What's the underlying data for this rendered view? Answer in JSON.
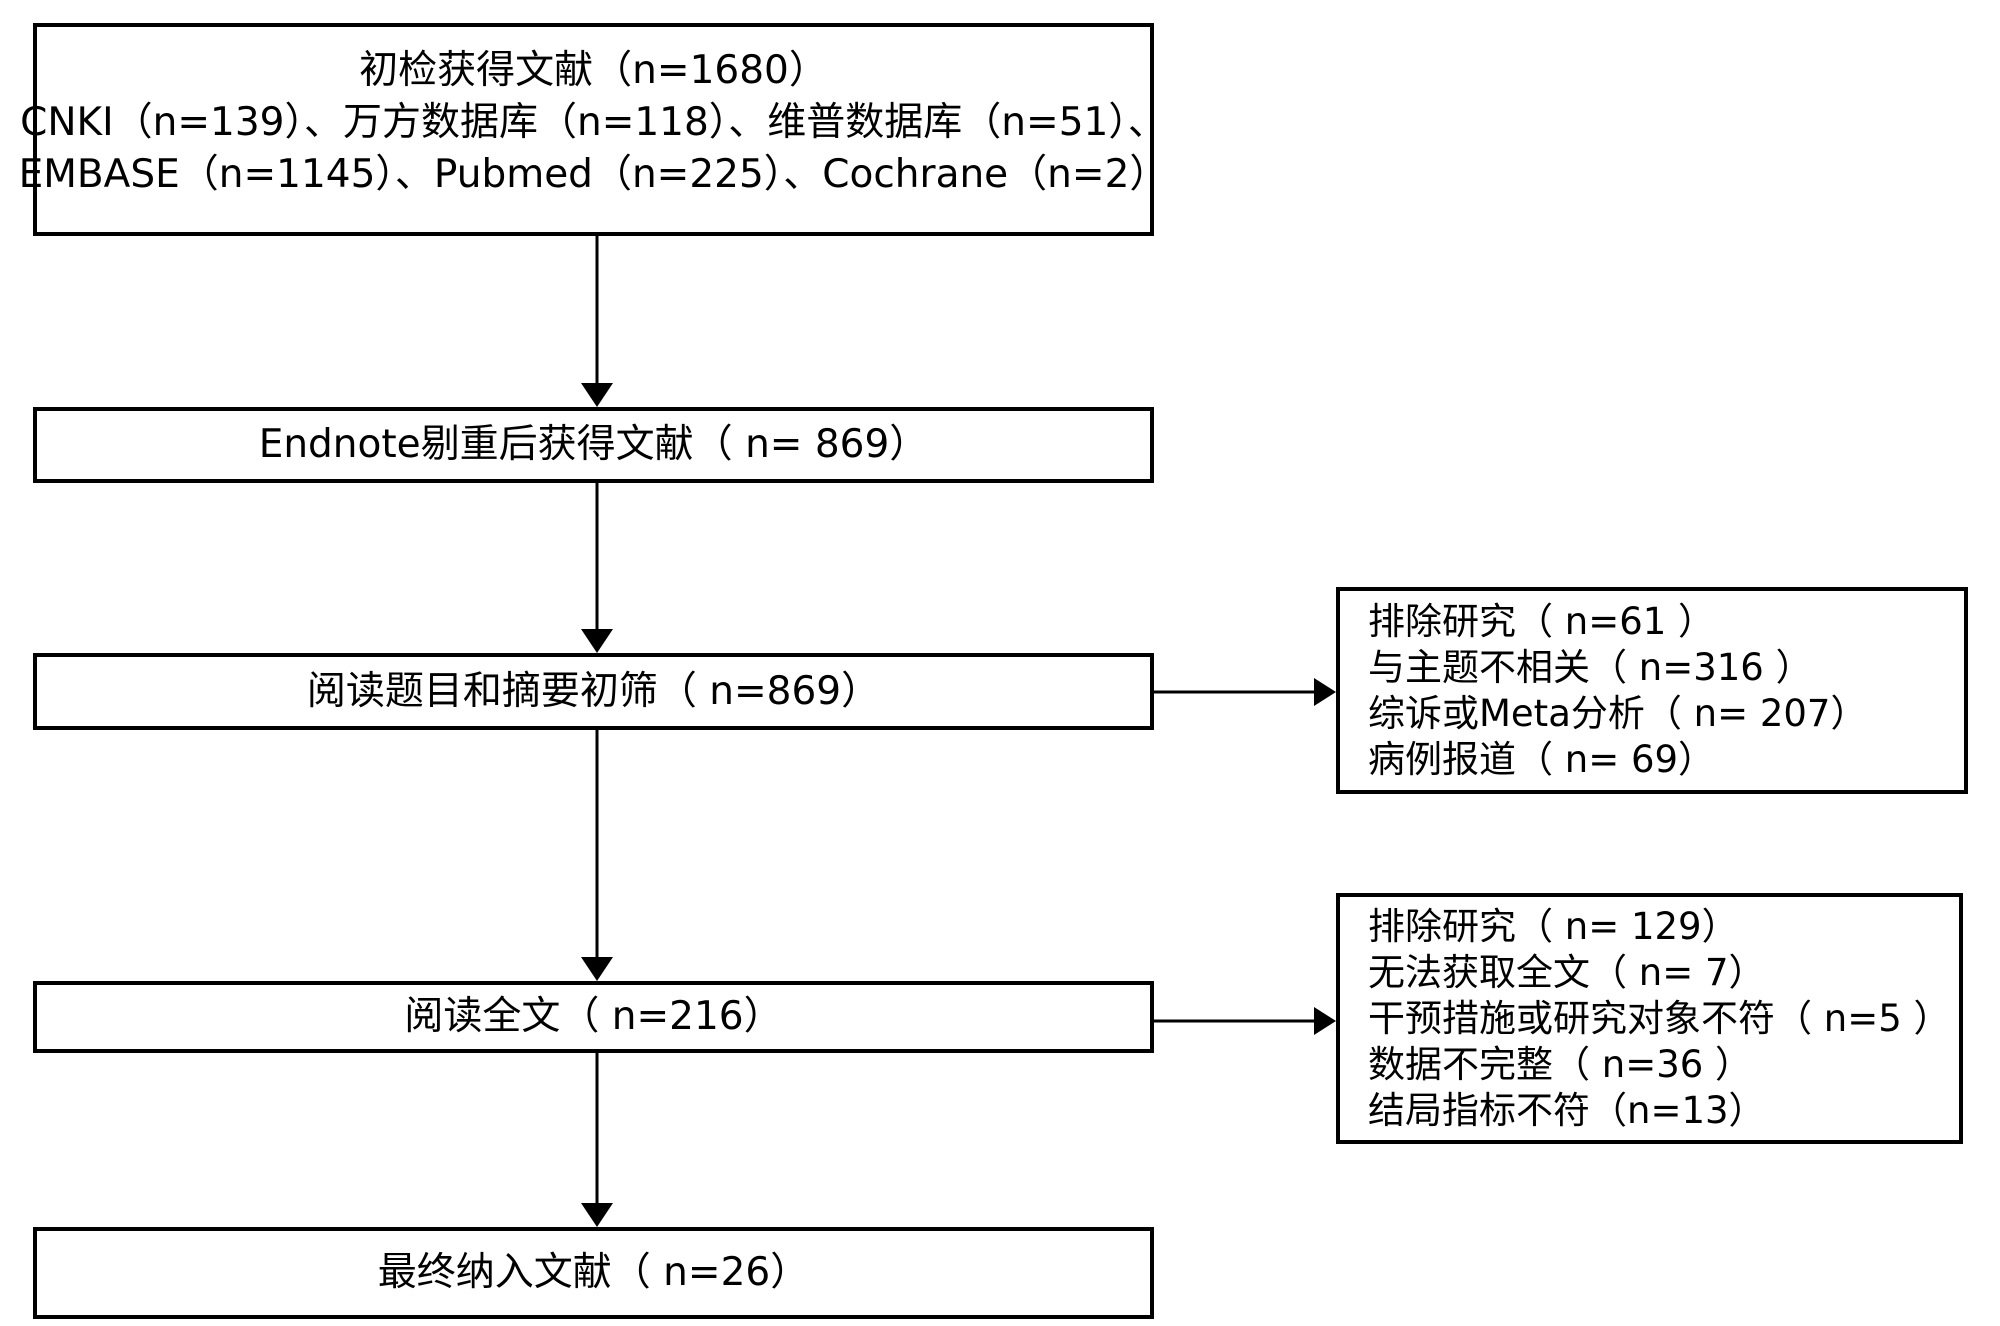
{
  "flowchart": {
    "type": "literature-screening-flow-diagram",
    "colors": {
      "border": "#000000",
      "background": "#ffffff",
      "text": "#000000"
    },
    "main_boxes": [
      {
        "id": "initial-search",
        "lines": [
          "初检获得文献（n=1680）",
          "CNKI（n=139）、万方数据库（n=118）、维普数据库（n=51）、",
          "EMBASE（n=1145）、Pubmed（n=225）、Cochrane（n=2）"
        ]
      },
      {
        "id": "after-dedup",
        "lines": [
          "Endnote剔重后获得文献（ n= 869）"
        ]
      },
      {
        "id": "title-abstract-screening",
        "lines": [
          "阅读题目和摘要初筛（ n=869）"
        ]
      },
      {
        "id": "fulltext-review",
        "lines": [
          "阅读全文（ n=216）"
        ]
      },
      {
        "id": "final-included",
        "lines": [
          "最终纳入文献（ n=26）"
        ]
      }
    ],
    "exclusion_boxes": [
      {
        "id": "exclusion-title-abstract",
        "lines": [
          "排除研究（ n=61 ）",
          "与主题不相关（ n=316 ）",
          "综诉或Meta分析（ n= 207）",
          "病例报道（ n= 69）"
        ]
      },
      {
        "id": "exclusion-fulltext",
        "lines": [
          "排除研究（ n= 129）",
          "无法获取全文（ n= 7）",
          "干预措施或研究对象不符（ n=5 ）",
          "数据不完整（ n=36 ）",
          "结局指标不符（n=13）"
        ]
      }
    ]
  }
}
